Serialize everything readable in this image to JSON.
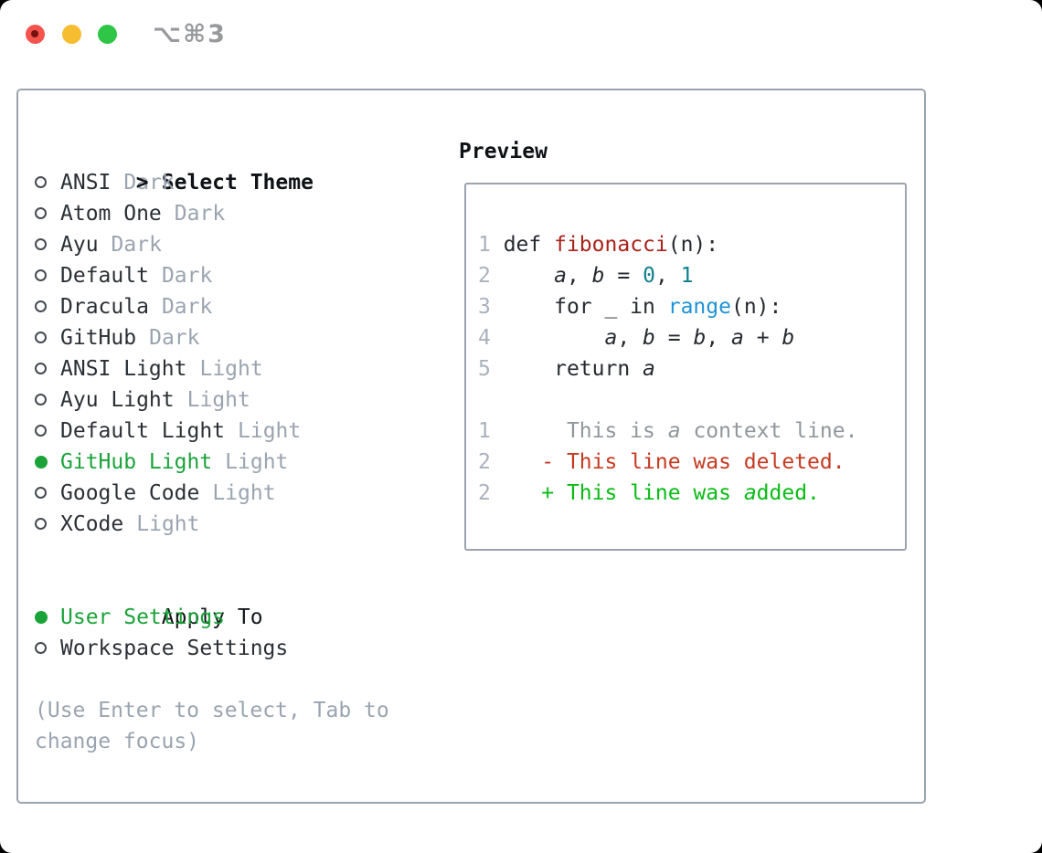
{
  "window": {
    "title": "⌥⌘3"
  },
  "colors": {
    "selection_green": "#1ba33a",
    "added_green": "#0abb16",
    "deleted_red": "#c53a21",
    "function_red": "#a8231a",
    "number_teal": "#0e7f8b",
    "call_blue": "#1e93d6",
    "muted_gray": "#9aa4b0",
    "context_gray": "#90979d",
    "line_number_gray": "#a9b2be",
    "text_dark": "#262a30",
    "border_gray": "#9ba4ae",
    "traffic_red": "#f4544d",
    "traffic_yellow": "#f7bd30",
    "traffic_green": "#2fc647"
  },
  "theme_menu": {
    "header_prefix": ">",
    "header": "Select Theme",
    "items": [
      {
        "label": "ANSI",
        "variant": "Dark",
        "selected": false
      },
      {
        "label": "Atom One",
        "variant": "Dark",
        "selected": false
      },
      {
        "label": "Ayu",
        "variant": "Dark",
        "selected": false
      },
      {
        "label": "Default",
        "variant": "Dark",
        "selected": false
      },
      {
        "label": "Dracula",
        "variant": "Dark",
        "selected": false
      },
      {
        "label": "GitHub",
        "variant": "Dark",
        "selected": false
      },
      {
        "label": "ANSI Light",
        "variant": "Light",
        "selected": false
      },
      {
        "label": "Ayu Light",
        "variant": "Light",
        "selected": false
      },
      {
        "label": "Default Light",
        "variant": "Light",
        "selected": false
      },
      {
        "label": "GitHub Light",
        "variant": "Light",
        "selected": true
      },
      {
        "label": "Google Code",
        "variant": "Light",
        "selected": false
      },
      {
        "label": "XCode",
        "variant": "Light",
        "selected": false
      }
    ]
  },
  "apply_to": {
    "header": "Apply To",
    "items": [
      {
        "label": "User Settings",
        "selected": true
      },
      {
        "label": "Workspace Settings",
        "selected": false
      }
    ]
  },
  "hint_lines": [
    "(Use Enter to select, Tab to",
    "change focus)"
  ],
  "preview": {
    "header": "Preview",
    "code_lines": [
      {
        "num": "1",
        "segments": [
          {
            "text": " def ",
            "style": "plain"
          },
          {
            "text": "fibonacci",
            "style": "function"
          },
          {
            "text": "(n):",
            "style": "plain"
          }
        ]
      },
      {
        "num": "2",
        "segments": [
          {
            "text": "     ",
            "style": "plain"
          },
          {
            "text": "a",
            "style": "variable"
          },
          {
            "text": ", ",
            "style": "plain"
          },
          {
            "text": "b",
            "style": "variable"
          },
          {
            "text": " = ",
            "style": "plain"
          },
          {
            "text": "0",
            "style": "number"
          },
          {
            "text": ", ",
            "style": "plain"
          },
          {
            "text": "1",
            "style": "number"
          }
        ]
      },
      {
        "num": "3",
        "segments": [
          {
            "text": "     for _ in ",
            "style": "plain"
          },
          {
            "text": "range",
            "style": "call"
          },
          {
            "text": "(n):",
            "style": "plain"
          }
        ]
      },
      {
        "num": "4",
        "segments": [
          {
            "text": "         ",
            "style": "plain"
          },
          {
            "text": "a",
            "style": "variable"
          },
          {
            "text": ", ",
            "style": "plain"
          },
          {
            "text": "b",
            "style": "variable"
          },
          {
            "text": " = ",
            "style": "plain"
          },
          {
            "text": "b",
            "style": "variable"
          },
          {
            "text": ", ",
            "style": "plain"
          },
          {
            "text": "a",
            "style": "variable"
          },
          {
            "text": " + ",
            "style": "plain"
          },
          {
            "text": "b",
            "style": "variable"
          }
        ]
      },
      {
        "num": "5",
        "segments": [
          {
            "text": "     return ",
            "style": "plain"
          },
          {
            "text": "a",
            "style": "variable"
          }
        ]
      }
    ],
    "diff_lines": [
      {
        "num": "1",
        "segments": [
          {
            "text": "      This is ",
            "style": "context"
          },
          {
            "text": "a",
            "style": "context-italic"
          },
          {
            "text": " context line.",
            "style": "context"
          }
        ]
      },
      {
        "num": "2",
        "segments": [
          {
            "text": "    ",
            "style": "plain"
          },
          {
            "text": "- This line was deleted.",
            "style": "deleted"
          }
        ]
      },
      {
        "num": "2",
        "segments": [
          {
            "text": "    ",
            "style": "plain"
          },
          {
            "text": "+ This line was ",
            "style": "added"
          },
          {
            "text": "a",
            "style": "added-italic"
          },
          {
            "text": "dded.",
            "style": "added"
          }
        ]
      }
    ]
  }
}
